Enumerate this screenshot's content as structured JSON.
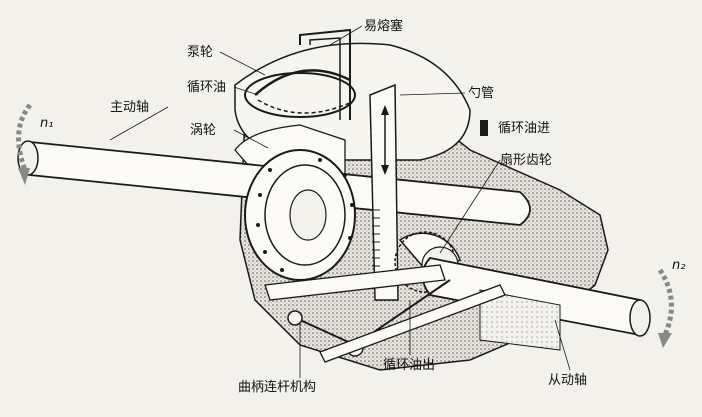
{
  "labels": {
    "fusible_plug": "易熔塞",
    "pump_wheel": "泵轮",
    "circulating_oil": "循环油",
    "main_shaft": "主动轴",
    "scoop_tube": "勺管",
    "turbine": "涡轮",
    "oil_in": "循环油进",
    "sector_gear": "扇形齿轮",
    "crank_linkage": "曲柄连杆机构",
    "oil_out": "循环油出",
    "driven_shaft": "从动轴",
    "n1": "n₁",
    "n2": "n₂"
  },
  "colors": {
    "ink": "#1a1a1a",
    "paper": "#f3f1ec",
    "shadow_text": "#c9c6bf",
    "stipple": "#7a7a7a"
  }
}
